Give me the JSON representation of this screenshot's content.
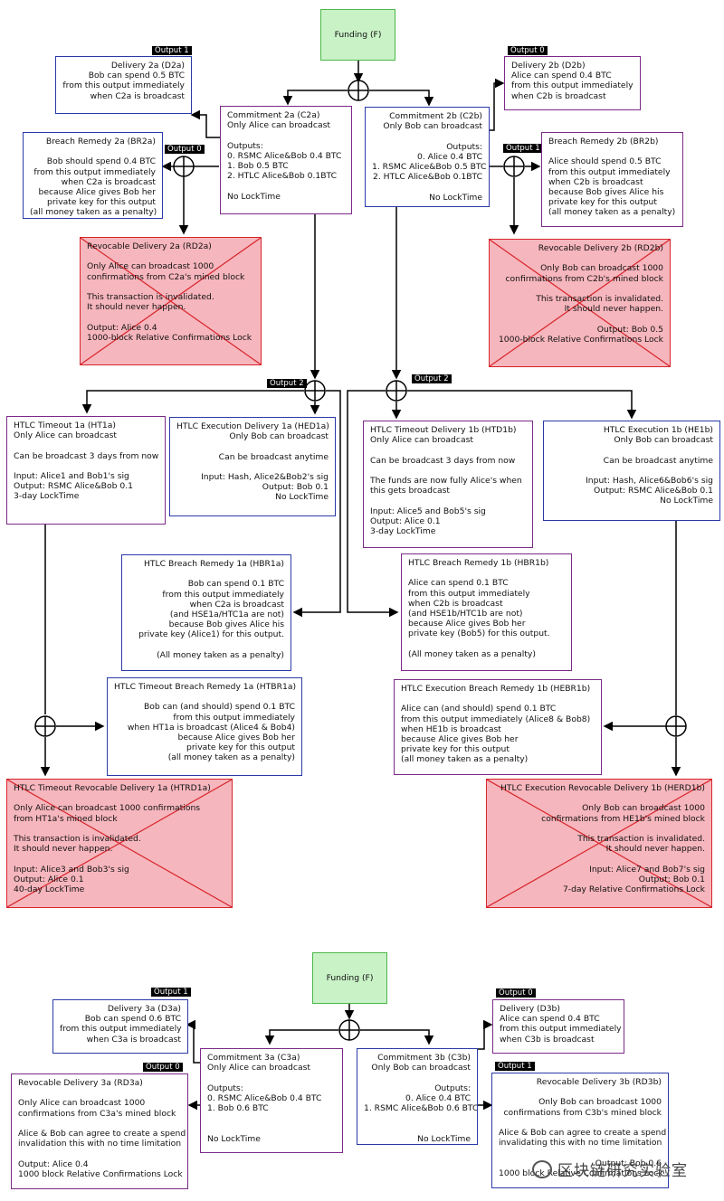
{
  "tags": {
    "t_d2a": "Output 1",
    "t_d2b": "Output 0",
    "t_br2a": "Output 0",
    "t_br2b": "Output 1",
    "t_o2a": "Output 2",
    "t_o2b": "Output 2",
    "t_d3a": "Output 1",
    "t_d3b": "Output 0",
    "t_rd3a": "Output 0",
    "t_rd3b": "Output 1"
  },
  "boxes": {
    "funding1": [
      "Funding (F)"
    ],
    "d2a": [
      "Delivery 2a (D2a)",
      "Bob can spend 0.5 BTC",
      "from this output immediately",
      "when C2a is broadcast"
    ],
    "c2a": [
      "Commitment 2a (C2a)",
      "Only Alice can broadcast",
      "",
      "Outputs:",
      "0. RSMC Alice&Bob 0.4 BTC",
      "1. Bob 0.5 BTC",
      "2. HTLC Alice&Bob 0.1BTC",
      "",
      "No LockTime"
    ],
    "c2b": [
      "Commitment 2b (C2b)",
      "Only Bob can broadcast",
      "",
      "Outputs:",
      "0. Alice 0.4 BTC",
      "1. RSMC Alice&Bob 0.5 BTC",
      "2. HTLC Alice&Bob 0.1BTC",
      "",
      "No LockTime"
    ],
    "d2b": [
      "Delivery 2b (D2b)",
      "Alice can spend 0.4 BTC",
      "from this output immediately",
      "when C2b is broadcast"
    ],
    "br2a": [
      "Breach Remedy 2a (BR2a)",
      "",
      "Bob should spend 0.4 BTC",
      "from this output immediately",
      "when C2a is broadcast",
      "because Alice gives Bob her",
      "private key for this output",
      "(all money taken as a penalty)"
    ],
    "br2b": [
      "Breach Remedy 2b (BR2b)",
      "",
      "Alice should spend 0.5 BTC",
      "from this output immediately",
      "when C2b is broadcast",
      "because Bob gives Alice his",
      "private key for this output",
      "(all money taken as a penalty)"
    ],
    "rd2a": [
      "Revocable Delivery 2a (RD2a)",
      "",
      "Only Alice can broadcast 1000",
      "confirmations from C2a's mined block",
      "",
      "This transaction is invalidated.",
      "It should never happen.",
      "",
      "Output: Alice 0.4",
      "1000-block Relative Confirmations Lock"
    ],
    "rd2b": [
      "Revocable Delivery 2b (RD2b)",
      "",
      "Only Bob can broadcast 1000",
      "confirmations from C2b's mined block",
      "",
      "This transaction is invalidated.",
      "It should never happen.",
      "",
      "Output: Bob 0.5",
      "1000-block Relative Confirmations Lock"
    ],
    "ht1a": [
      "HTLC Timeout 1a (HT1a)",
      "Only Alice can broadcast",
      "",
      "Can be broadcast 3 days from now",
      "",
      "Input: Alice1 and Bob1's sig",
      "Output: RSMC Alice&Bob 0.1",
      "3-day LockTime"
    ],
    "hed1a": [
      "HTLC Execution Delivery 1a (HED1a)",
      "Only Bob can broadcast",
      "",
      "Can be broadcast anytime",
      "",
      "Input: Hash, Alice2&Bob2's sig",
      "Output: Bob 0.1",
      "No LockTime"
    ],
    "htd1b": [
      "HTLC Timeout Delivery 1b (HTD1b)",
      "Only Alice can broadcast",
      "",
      "Can be broadcast 3 days from now",
      "",
      "The funds are now fully Alice's when",
      "this gets broadcast",
      "",
      "Input: Alice5 and Bob5's sig",
      "Output: Alice 0.1",
      "3-day LockTime"
    ],
    "he1b": [
      "HTLC Execution 1b (HE1b)",
      "Only Bob can broadcast",
      "",
      "Can be broadcast anytime",
      "",
      "Input: Hash, Alice6&Bob6's sig",
      "Output: RSMC Alice&Bob 0.1",
      "No LockTime"
    ],
    "hbr1a": [
      "HTLC Breach Remedy 1a (HBR1a)",
      "",
      "Bob can spend 0.1 BTC",
      "from this output immediately",
      "when C2a is broadcast",
      "(and HSE1a/HTC1a are not)",
      "because Bob gives Alice his",
      "private key (Alice1) for this output.",
      "",
      "(All money taken as a penalty)"
    ],
    "hbr1b": [
      "HTLC Breach Remedy 1b (HBR1b)",
      "",
      "Alice can spend 0.1 BTC",
      "from this output immediately",
      "when C2b is broadcast",
      "(and HSE1b/HTC1b are not)",
      "because Alice gives Bob her",
      "private key (Bob5) for this output.",
      "",
      "(All money taken as a penalty)"
    ],
    "htbr1a": [
      "HTLC Timeout Breach Remedy 1a (HTBR1a)",
      "",
      "Bob can (and should) spend 0.1 BTC",
      "from this output immediately",
      "when HT1a is broadcast (Alice4 & Bob4)",
      "because Alice gives Bob her",
      "private key for this output",
      "(all money taken as a penalty)"
    ],
    "hebr1b": [
      "HTLC Execution Breach Remedy 1b (HEBR1b)",
      "",
      "Alice can (and should) spend 0.1 BTC",
      "from this output immediately (Alice8 & Bob8)",
      "when HE1b is broadcast",
      "because Alice gives Bob her",
      "private key for this output",
      "(all money taken as a penalty)"
    ],
    "htrd1a": [
      "HTLC Timeout Revocable Delivery 1a (HTRD1a)",
      "",
      "Only Alice can broadcast 1000 confirmations",
      "from HT1a's mined block",
      "",
      "This transaction is invalidated.",
      "It should never happen.",
      "",
      "Input: Alice3 and Bob3's sig",
      "Output: Alice 0.1",
      "40-day LockTime"
    ],
    "herd1b": [
      "HTLC Execution Revocable Delivery 1b (HERD1b)",
      "",
      "Only Bob can broadcast 1000",
      "confirmations from HE1b's mined block",
      "",
      "This transaction is invalidated.",
      "It should never happen.",
      "",
      "Input: Alice7 and Bob7's sig",
      "Output: Bob 0.1",
      "7-day Relative Confirmations Lock"
    ],
    "funding2": [
      "Funding (F)"
    ],
    "d3a": [
      "Delivery 3a (D3a)",
      "Bob can spend 0.6 BTC",
      "from this output immediately",
      "when C3a is broadcast"
    ],
    "d3b": [
      "Delivery (D3b)",
      "Alice can spend 0.4 BTC",
      "from this output immediately",
      "when C3b is broadcast"
    ],
    "c3a": [
      "Commitment 3a (C3a)",
      "Only Alice can broadcast",
      "",
      "Outputs:",
      "0. RSMC Alice&Bob 0.4 BTC",
      "1. Bob 0.6 BTC",
      "",
      "",
      "No LockTime"
    ],
    "c3b": [
      "Commitment 3b (C3b)",
      "Only Bob can broadcast",
      "",
      "Outputs:",
      "0. Alice 0.4 BTC",
      "1. RSMC Alice&Bob 0.6 BTC",
      "",
      "",
      "No LockTime"
    ],
    "rd3a": [
      "Revocable Delivery 3a (RD3a)",
      "",
      "Only Alice can broadcast 1000",
      "confirmations from C3a's mined block",
      "",
      "Alice & Bob can agree to create a spend",
      "invalidation this with no time limitation",
      "",
      "Output: Alice 0.4",
      "1000 block Relative Confirmations Lock"
    ],
    "rd3b": [
      "Revocable Delivery 3b (RD3b)",
      "",
      "Only Bob can broadcast 1000",
      "confirmations from C3b's mined block",
      "",
      "Alice & Bob can agree to create a spend",
      "invalidating this with no time limitation",
      "",
      "Output: Bob 0.6",
      "1000 block Relative Confirmations Lock"
    ]
  },
  "watermark": "区块链研究实验室",
  "colors": {
    "blue_border": "#2a3aa8",
    "purple_border": "#7a2a86",
    "funding_fill": "#c9f2c6",
    "invalid_fill": "#f6b6bd",
    "invalid_border": "#d8252b"
  }
}
